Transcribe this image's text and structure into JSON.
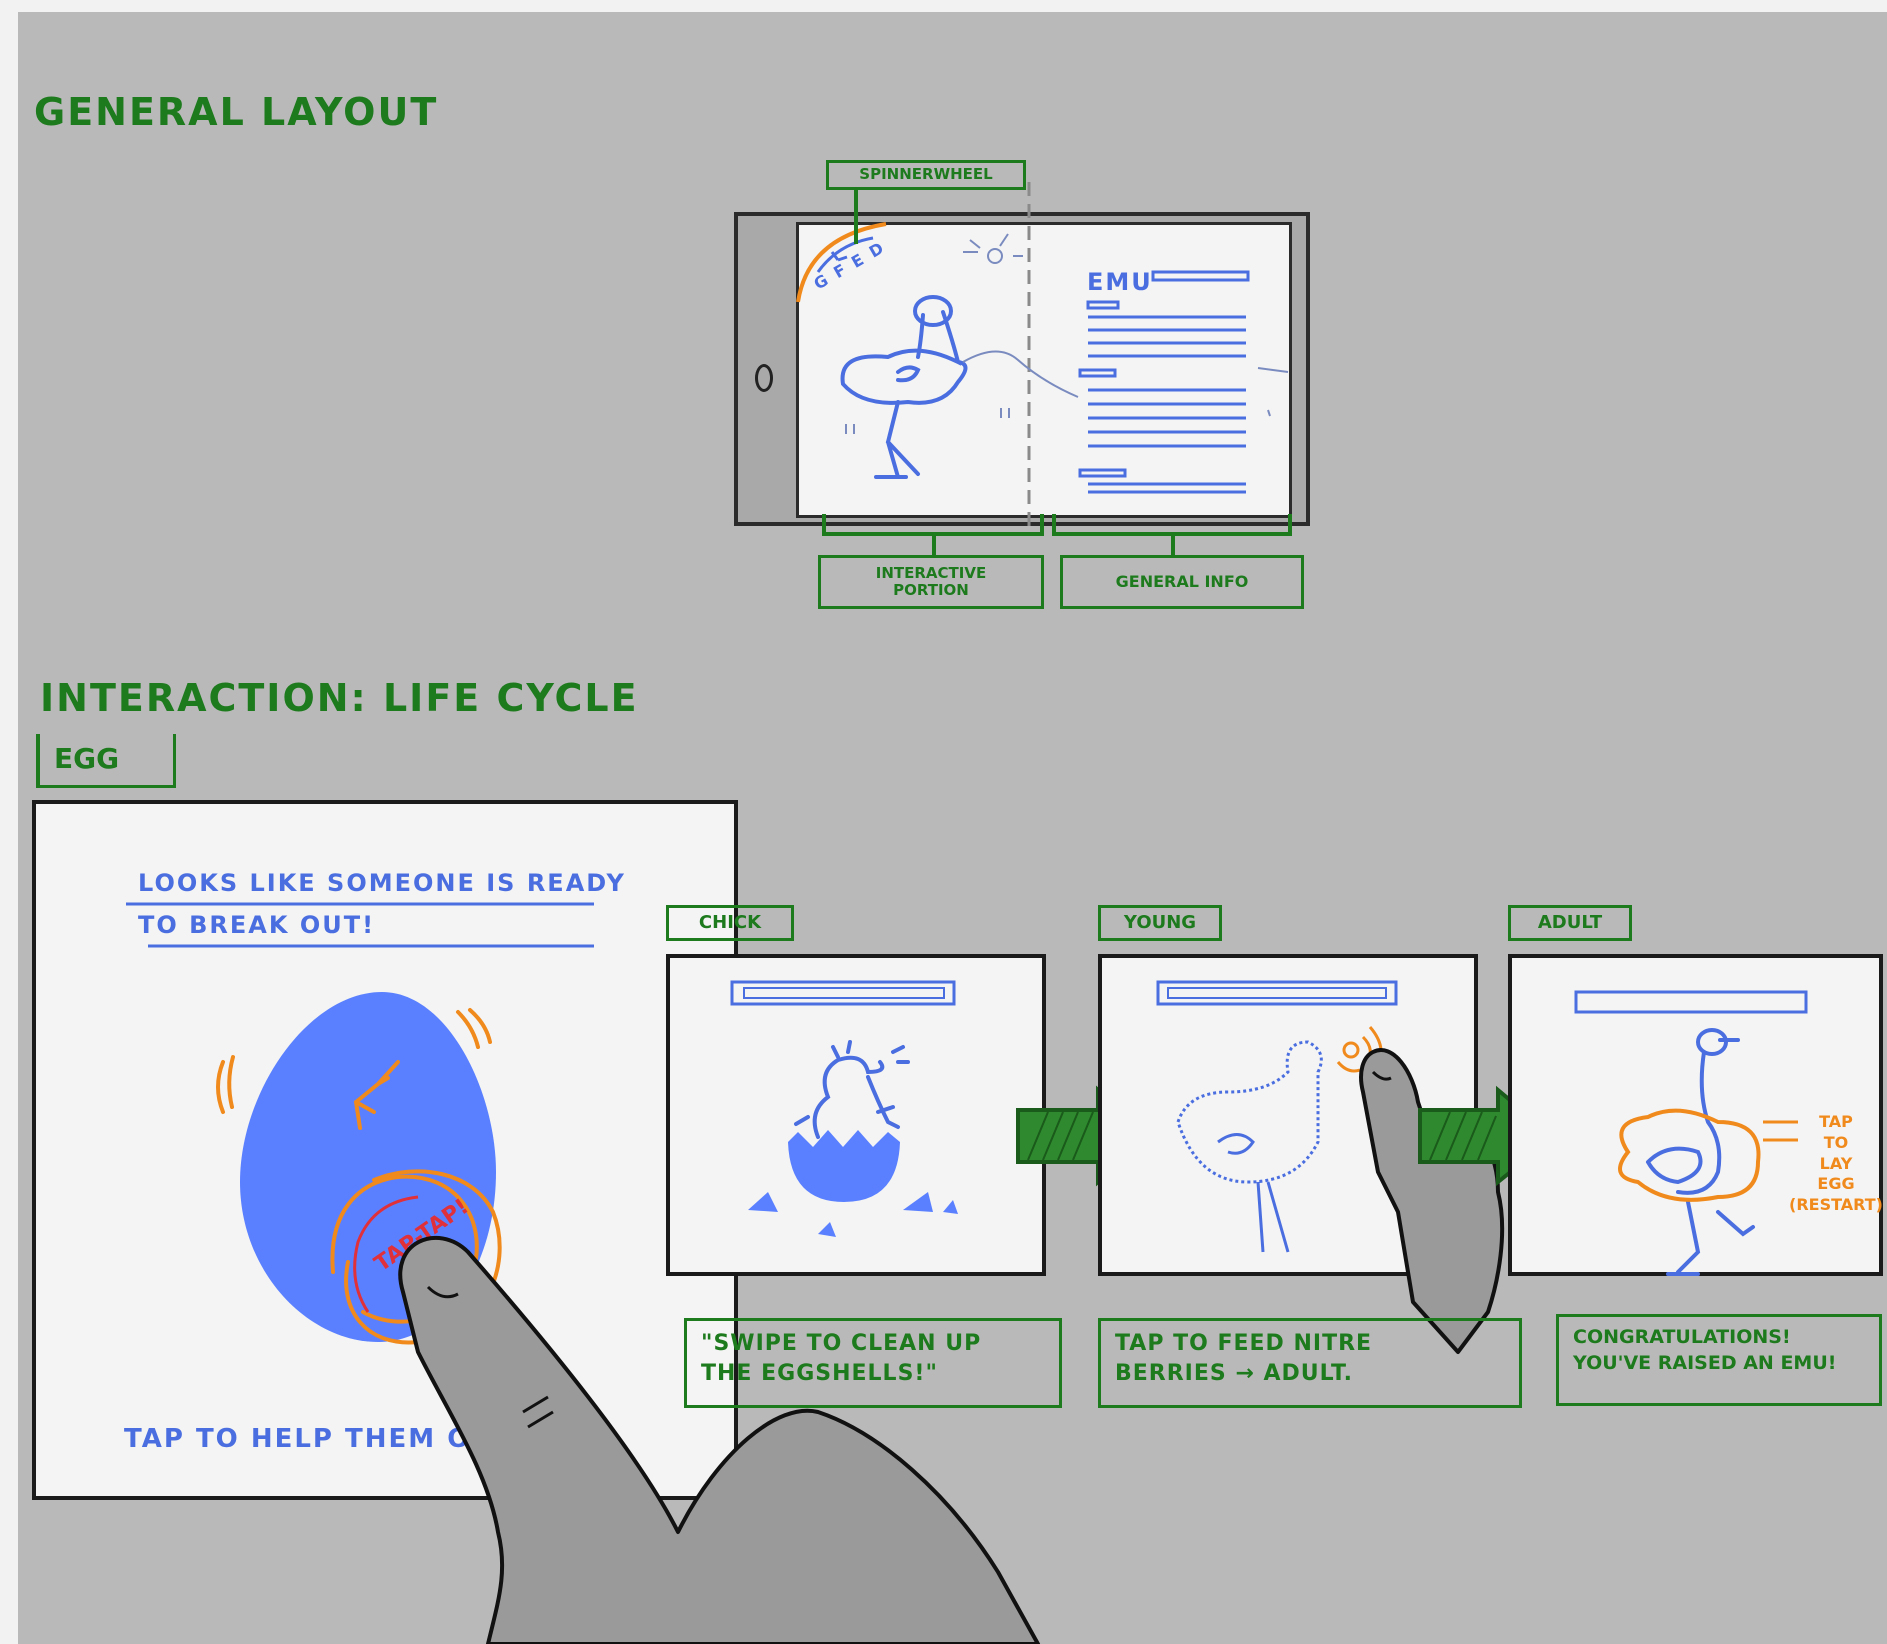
{
  "general_layout": {
    "heading": "GENERAL LAYOUT",
    "spinner_label": "SPINNERWHEEL",
    "spinner_letters": "G F E D",
    "info_title": "EMU",
    "interactive_label": "INTERACTIVE\nPORTION",
    "info_label": "GENERAL INFO"
  },
  "interaction": {
    "heading": "INTERACTION: LIFE CYCLE",
    "egg": {
      "stage_label": "EGG",
      "prompt": "LOOKS LIKE SOMEONE IS READY\nTO BREAK OUT!",
      "tap_text": "TAP-TAP!",
      "footer": "TAP TO HELP THEM OUT!"
    },
    "chick": {
      "stage_label": "CHICK",
      "caption": "\"SWIPE TO CLEAN UP\n THE EGGSHELLS!\""
    },
    "young": {
      "stage_label": "YOUNG",
      "caption": "TAP TO FEED NITRE\nBERRIES → ADULT."
    },
    "adult": {
      "stage_label": "ADULT",
      "annotation": "TAP\nTO\nLAY\nEGG\n(RESTART)",
      "caption": "CONGRATULATIONS!\nYOU'VE RAISED AN EMU!"
    }
  },
  "colors": {
    "green": "#1d7a1d",
    "blue": "#4a6ee0",
    "orange": "#f08a1c",
    "red": "#e0303a",
    "background": "#b9b9b9"
  }
}
